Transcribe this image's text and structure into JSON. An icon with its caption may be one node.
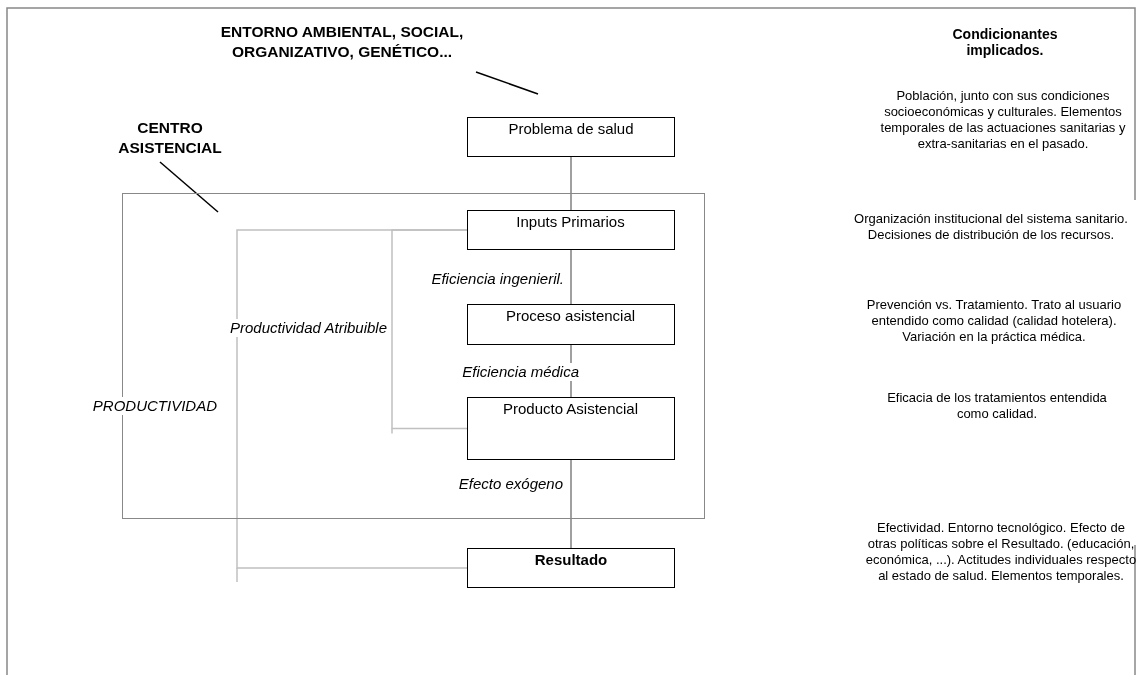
{
  "diagram": {
    "nodes": [
      {
        "text": [
          "ENTORNO AMBIENTAL, SOCIAL, ORGANIZATIVO, GENÉTICO..."
        ]
      },
      {
        "text": [
          "CENTRO ASISTENCIAL"
        ]
      },
      {
        "text": [],
        "shape": "box"
      },
      {
        "text": [
          "Problema de salud"
        ]
      },
      {
        "text": [
          "Inputs Primarios"
        ],
        "in": 2
      },
      {
        "text": [
          "Proceso asistencial"
        ],
        "in": 2
      },
      {
        "text": [
          "Producto Asistencial"
        ],
        "in": 2
      },
      {
        "text": [
          "Resultado"
        ]
      }
    ],
    "edges": [
      {
        "from": 0,
        "to": null,
        "arrow": "none",
        "color": "#000000"
      },
      {
        "from": 1,
        "to": 2,
        "arrow": "none",
        "color": "#000000"
      },
      {
        "from": 3,
        "to": 4,
        "arrow": "none"
      },
      {
        "from": 4,
        "to": 5,
        "arrow": "none",
        "label": "Eficiencia ingenieril."
      },
      {
        "from": 5,
        "to": 6,
        "arrow": "none",
        "label": "Eficiencia médica"
      },
      {
        "from": 6,
        "to": 7,
        "arrow": "none",
        "label": "Efecto exógeno"
      },
      {
        "from": 4,
        "to": 6,
        "arrow": "none",
        "label": "Productividad Atribuible",
        "color": "#c0c0c0"
      },
      {
        "from": 4,
        "to": 7,
        "arrow": "none",
        "label": "PRODUCTIVIDAD",
        "color": "#c0c0c0"
      }
    ],
    "labels": [
      "Condicionantes implicados.",
      "Población, junto con sus condiciones socioeconómicas y culturales. Elementos temporales de las actuaciones sanitarias y extra-sanitarias en el pasado.",
      "Organización institucional del sistema sanitario. Decisiones de distribución de los recursos.",
      "Prevención vs. Tratamiento. Trato al usuario entendido como calidad (calidad hotelera). Variación en la práctica médica.",
      "Eficacia de los tratamientos entendida como calidad.",
      "Efectividad. Entorno tecnológico. Efecto de otras políticas sobre el Resultado. (educación, económica, ...). Actitudes individuales respecto al estado de salud. Elementos temporales."
    ]
  }
}
